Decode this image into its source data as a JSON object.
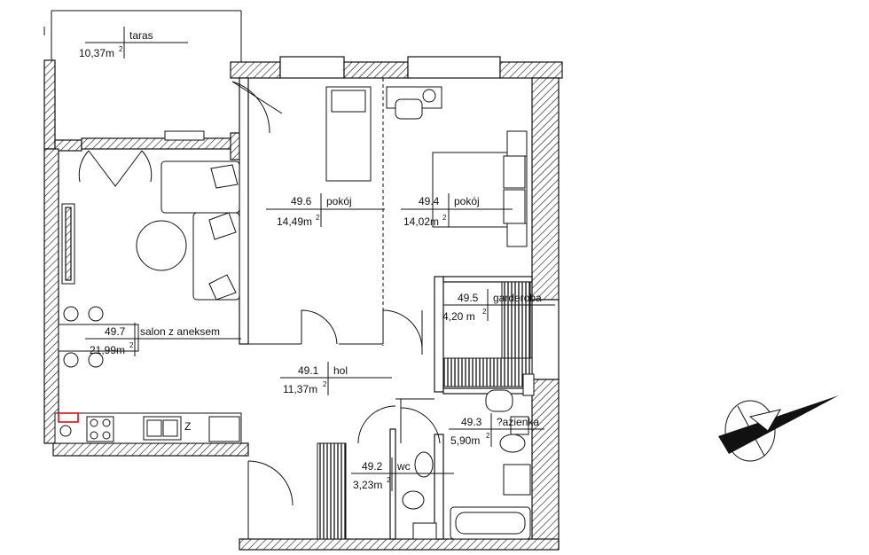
{
  "rooms": [
    {
      "id": "taras",
      "number": "",
      "name": "taras",
      "area": "10,37m",
      "sup": "2"
    },
    {
      "id": "pokoj6",
      "number": "49.6",
      "name": "pokój",
      "area": "14,49m",
      "sup": "2"
    },
    {
      "id": "pokoj4",
      "number": "49.4",
      "name": "pokój",
      "area": "14,02m",
      "sup": "2"
    },
    {
      "id": "garderoba",
      "number": "49.5",
      "name": "garderoba",
      "area": "4,20 m",
      "sup": "2"
    },
    {
      "id": "salon",
      "number": "49.7",
      "name": "salon  z  aneksem",
      "area": "21,99m",
      "sup": "2"
    },
    {
      "id": "hol",
      "number": "49.1",
      "name": "hol",
      "area": "11,37m",
      "sup": "2"
    },
    {
      "id": "lazienka",
      "number": "49.3",
      "name": "?azienka",
      "area": "5,90m",
      "sup": "2"
    },
    {
      "id": "wc",
      "number": "49.2",
      "name": "wc",
      "area": "3,23m",
      "sup": "2"
    }
  ],
  "compass": {
    "icon": "north-arrow-icon"
  },
  "kitchen": {
    "marker": "Z"
  },
  "colors": {
    "lines": "#111111",
    "hatch": "#111111",
    "accent": "#d40000",
    "background": "#ffffff"
  }
}
